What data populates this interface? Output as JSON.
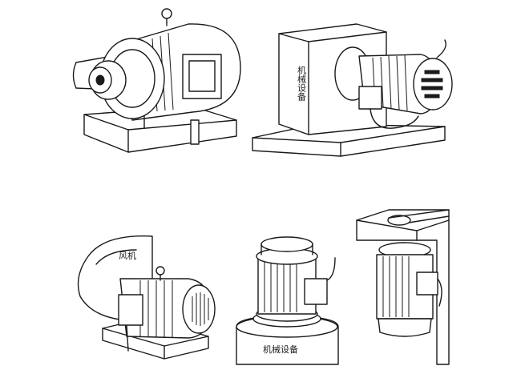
{
  "labels": {
    "machine_1": "机械设备",
    "fan": "风机",
    "machine_2": "机械设备"
  }
}
